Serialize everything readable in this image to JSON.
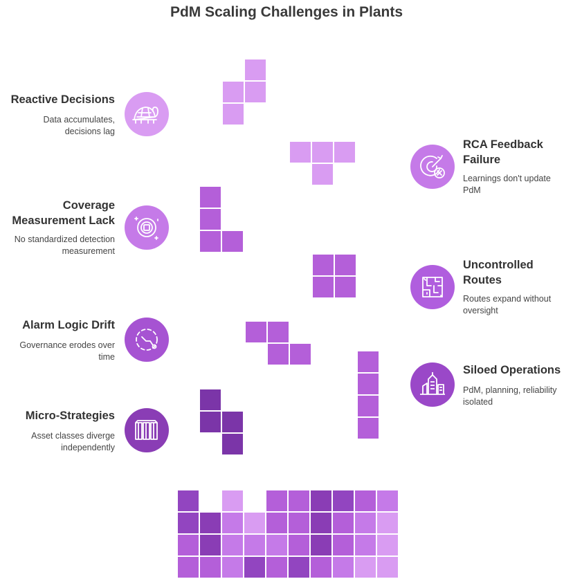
{
  "title": "PdM Scaling Challenges in Plants",
  "colors": {
    "light": "#d99cf2",
    "mid": "#b45fd9",
    "deep": "#9245c0",
    "dark": "#7b35a8",
    "border": "#ffffff"
  },
  "left_items": [
    {
      "title": "Reactive Decisions",
      "desc": "Data accumulates,\ndecisions lag",
      "icon": "turtle-icon",
      "color": "#d99cf2"
    },
    {
      "title": "Coverage\nMeasurement Lack",
      "desc": "No standardized detection\nmeasurement",
      "icon": "target-icon",
      "color": "#c57ae8"
    },
    {
      "title": "Alarm Logic Drift",
      "desc": "Governance erodes over\ntime",
      "icon": "drift-icon",
      "color": "#a653d2"
    },
    {
      "title": "Micro-Strategies",
      "desc": "Asset classes diverge\nindependently",
      "icon": "columns-icon",
      "color": "#8a3db5"
    }
  ],
  "right_items": [
    {
      "title": "RCA Feedback\nFailure",
      "desc": "Learnings don't update\nPdM",
      "icon": "target-failure-icon",
      "color": "#c57ae8"
    },
    {
      "title": "Uncontrolled\nRoutes",
      "desc": "Routes expand without\noversight",
      "icon": "maze-icon",
      "color": "#b05ede"
    },
    {
      "title": "Siloed Operations",
      "desc": "PdM, planning, reliability\nisolated",
      "icon": "buildings-icon",
      "color": "#9a48c8"
    }
  ]
}
